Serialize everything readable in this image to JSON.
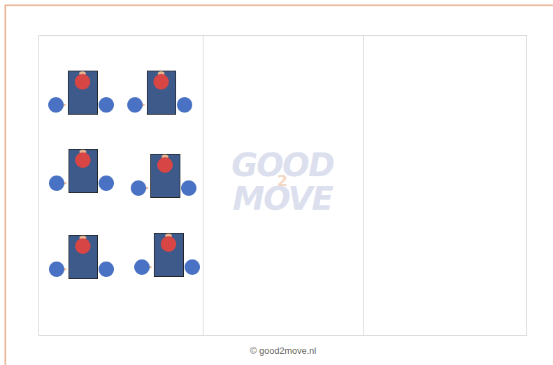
{
  "diagram": {
    "labels": [
      "GOOD",
      "2",
      "MOVE",
      "© good2move.nl"
    ]
  }
}
